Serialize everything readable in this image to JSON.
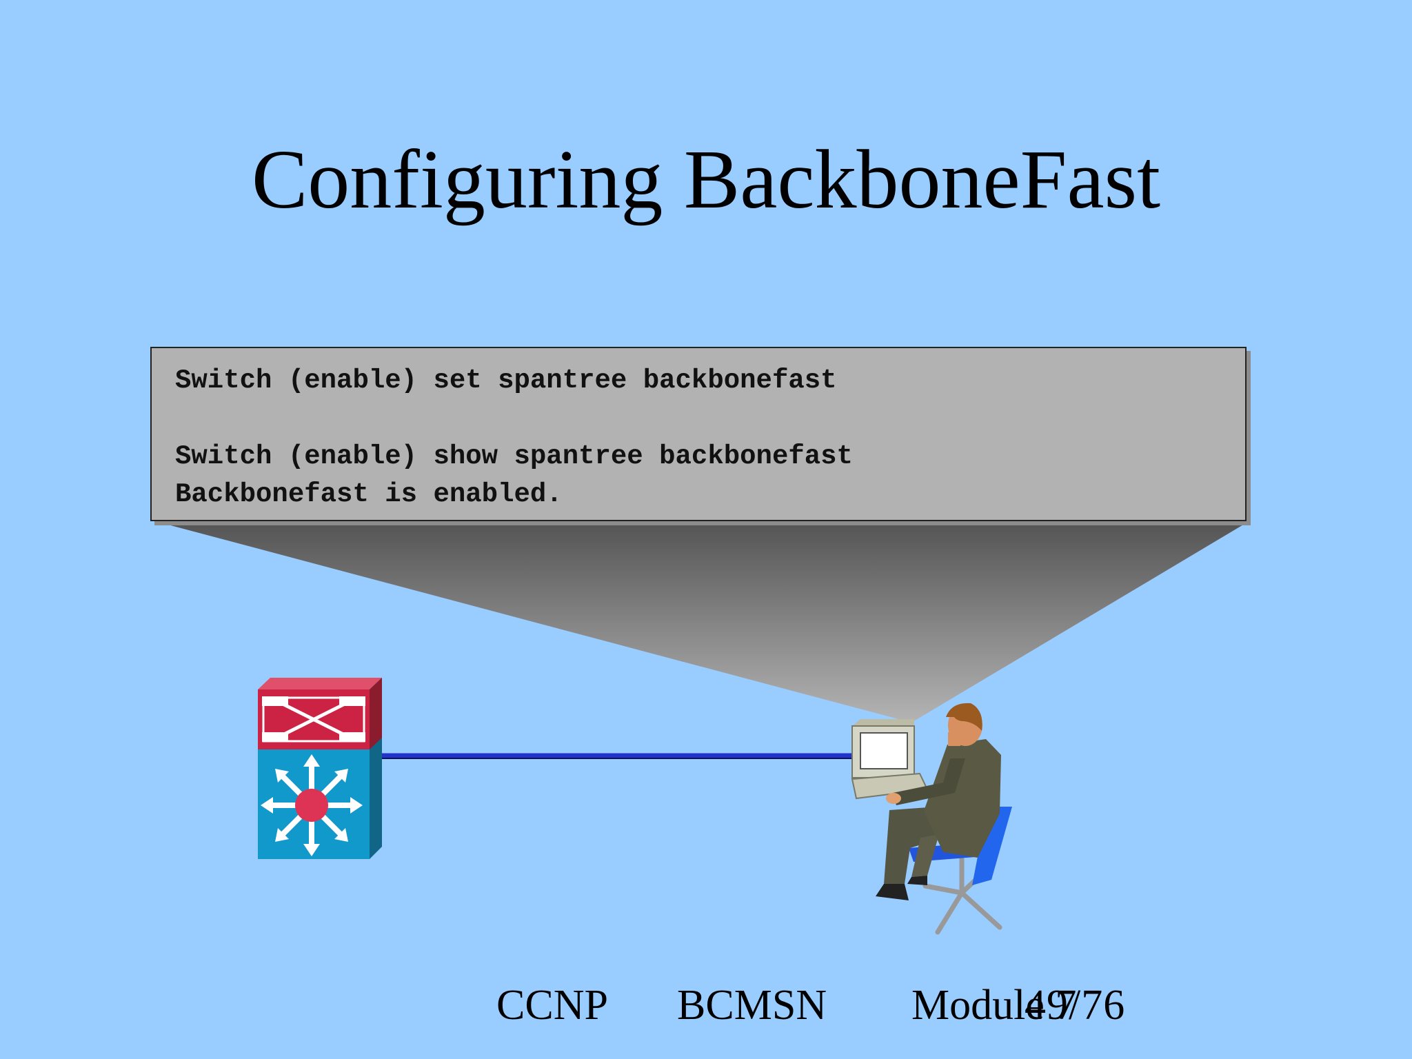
{
  "slide": {
    "title": "Configuring BackboneFast",
    "console_lines": [
      "Switch (enable) set spantree backbonefast",
      "",
      "Switch (enable) show spantree backbonefast",
      "Backbonefast is enabled."
    ],
    "footer": {
      "course": "CCNP",
      "subject": "BCMSN",
      "module": "Module 7",
      "page": "49/76"
    }
  },
  "colors": {
    "background": "#99ccff",
    "console_bg": "#b2b2b2",
    "switch_top": "#d6334d",
    "switch_body": "#1a99cc",
    "link": "#2233cc"
  },
  "icons": [
    "multilayer-switch-icon",
    "network-admin-workstation-icon"
  ]
}
